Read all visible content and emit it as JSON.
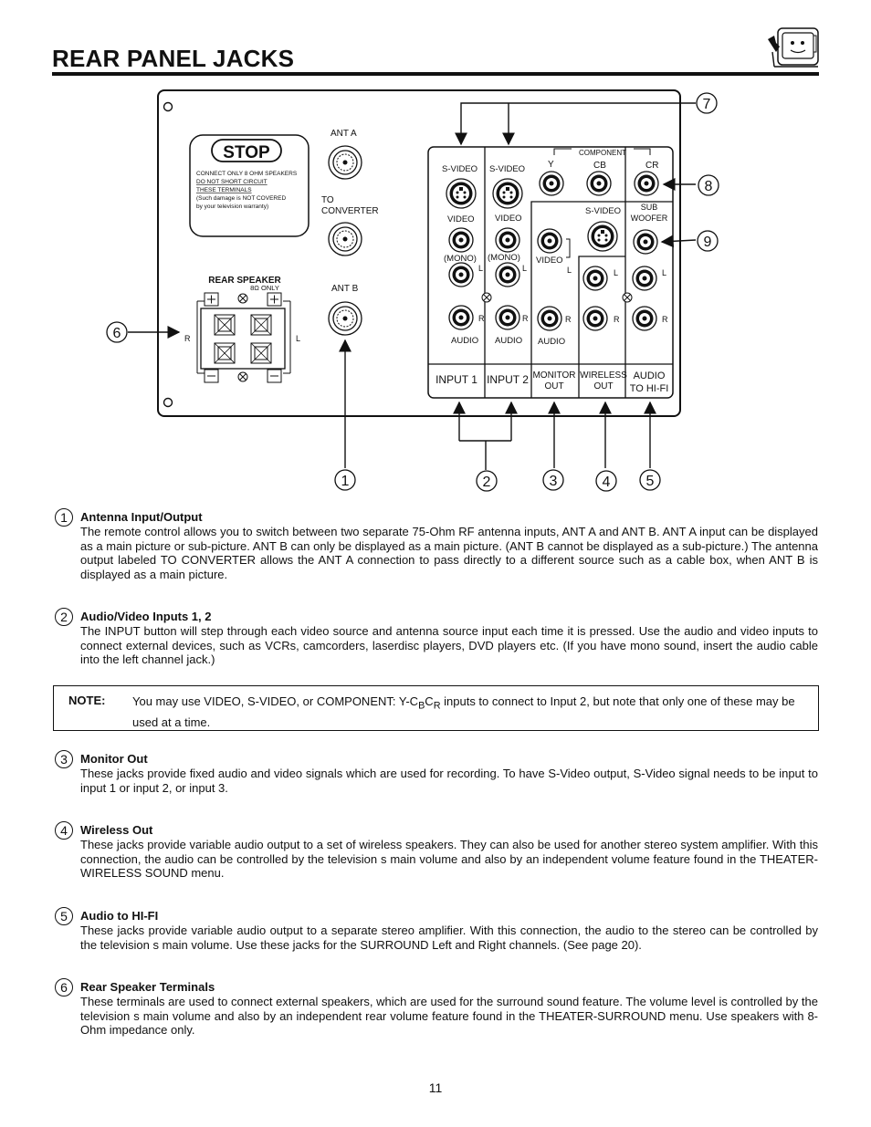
{
  "page": {
    "title": "REAR PANEL JACKS",
    "page_number": "11"
  },
  "diagram": {
    "stop_label": "STOP",
    "warning_lines": [
      "CONNECT ONLY 8 OHM SPEAKERS",
      "DO NOT SHORT CIRCUIT",
      "THESE TERMINALS",
      "(Such damage is NOT COVERED",
      "by your television warranty)"
    ],
    "ant_a": "ANT A",
    "to_converter_1": "TO",
    "to_converter_2": "CONVERTER",
    "ant_b": "ANT B",
    "rear_speaker": "REAR SPEAKER",
    "eight_ohm": "8Ω ONLY",
    "r": "R",
    "l": "L",
    "s_video": "S-VIDEO",
    "video": "VIDEO",
    "mono": "(MONO)",
    "audio": "AUDIO",
    "component": "COMPONENT",
    "y": "Y",
    "cb": "CB",
    "cr": "CR",
    "sub": "SUB",
    "woofer": "WOOFER",
    "input1": "INPUT 1",
    "input2": "INPUT 2",
    "monitor": "MONITOR",
    "out": "OUT",
    "wireless": "WIRELESS",
    "audio_to": "AUDIO",
    "to_hifi": "TO HI-FI",
    "callouts": [
      "1",
      "2",
      "3",
      "4",
      "5",
      "6",
      "7",
      "8",
      "9"
    ]
  },
  "sections": [
    {
      "num": "1",
      "heading": "Antenna Input/Output",
      "text": "The remote control allows you to switch between two separate 75-Ohm RF antenna inputs, ANT A and  ANT B.  ANT A input can be displayed as a main picture or sub-picture.  ANT B can only be displayed as a main picture.  (ANT B cannot be displayed as a sub-picture.)  The antenna output labeled  TO CONVERTER  allows the ANT A connection to pass directly to a different source such as a cable box, when ANT B is displayed as a main picture."
    },
    {
      "num": "2",
      "heading": "Audio/Video Inputs 1, 2",
      "text": "The INPUT button will step through each video source and antenna source input each time it is pressed. Use the audio and video inputs to connect external devices, such as VCRs, camcorders, laserdisc players, DVD players etc.  (If you have mono sound, insert the audio cable into the left channel jack.)"
    },
    {
      "num": "3",
      "heading": "Monitor Out",
      "text": "These jacks provide fixed audio and video signals which are used for recording. To have S-Video output, S-Video signal needs to be input to input 1 or input 2, or input 3."
    },
    {
      "num": "4",
      "heading": "Wireless Out",
      "text": "These jacks provide variable audio output to a set of wireless speakers.  They can also be used for another stereo system amplifier. With this connection, the audio can be controlled by the television s main volume and also by an independent volume feature found in the THEATER-WIRELESS SOUND menu."
    },
    {
      "num": "5",
      "heading": "Audio to HI-FI",
      "text": "These jacks provide variable audio output to a separate stereo amplifier.  With this connection, the audio to the stereo can be controlled by the television s main volume. Use these jacks for the SURROUND Left and Right channels. (See page 20)."
    },
    {
      "num": "6",
      "heading": "Rear Speaker Terminals",
      "text": "These terminals are used to connect external speakers, which are used for the surround sound feature. The volume level is controlled by the television s main volume and also by an independent rear volume feature found in the THEATER-SURROUND menu. Use speakers with 8-Ohm impedance only."
    }
  ],
  "note": {
    "label": "NOTE:",
    "text_before": "You may use VIDEO, S-VIDEO,  or COMPONENT: Y-C",
    "sub_b": "B",
    "c2": "C",
    "sub_r": "R",
    "text_after": " inputs to connect to Input 2, but note that only one of these may be used at a time."
  }
}
